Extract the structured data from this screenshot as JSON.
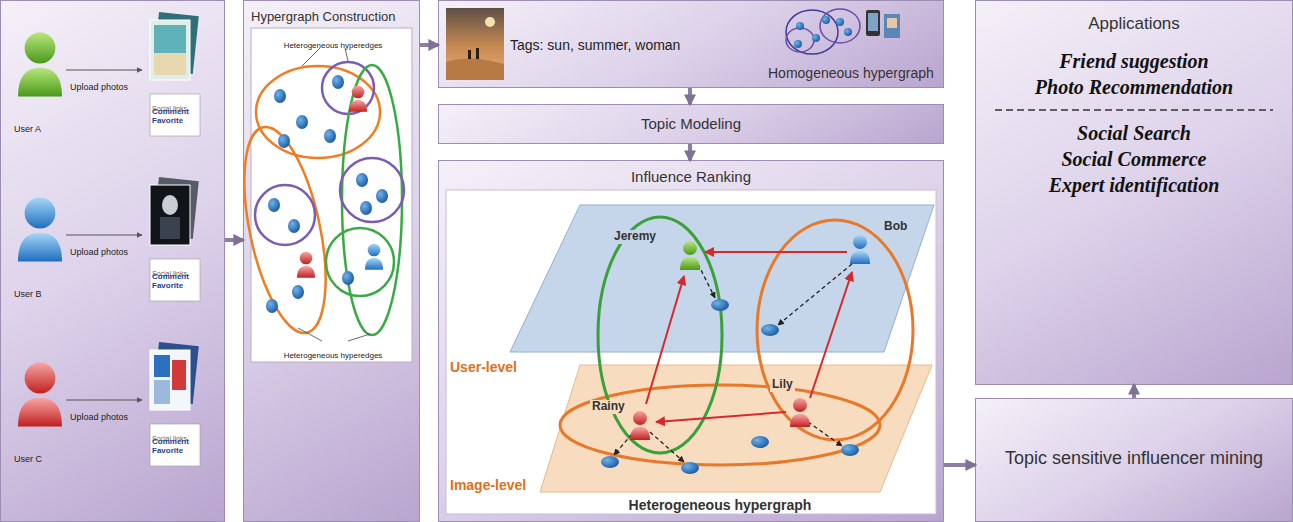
{
  "diagram": {
    "nodes": [
      {
        "text": [
          "User A",
          "Upload photos",
          "Social links",
          "Comment Favorite",
          "User B",
          "Upload photos",
          "Social links",
          "Comment Favorite",
          "User C",
          "Upload photos",
          "Social links",
          "Comment Favorite"
        ]
      },
      {
        "text": [
          "Hypergraph Construction",
          "Heterogeneous hyperedges",
          "Heterogeneous hyperedges"
        ]
      },
      {
        "text": [
          "Tags: sun, summer, woman",
          "Homogeneous hypergraph"
        ]
      },
      {
        "text": [
          "Topic Modeling"
        ]
      },
      {
        "text": [
          "Influence Ranking",
          "User-level",
          "Image-level",
          "Jeremy",
          "Bob",
          "Rainy",
          "Lily",
          "Heterogeneous hypergraph"
        ]
      },
      {
        "text": [
          "Applications",
          "Friend suggestion",
          "Photo Recommendation",
          "Social Search",
          "Social Commerce",
          "Expert identification"
        ]
      },
      {
        "text": [
          "Topic sensitive influencer mining"
        ]
      }
    ],
    "edges": [
      {
        "from": 0,
        "to": 1,
        "arrow": "to"
      },
      {
        "from": 1,
        "to": 2,
        "arrow": "to"
      },
      {
        "from": 2,
        "to": 3,
        "arrow": "to"
      },
      {
        "from": 3,
        "to": 4,
        "arrow": "to"
      },
      {
        "from": 4,
        "to": 6,
        "arrow": "to"
      },
      {
        "from": 6,
        "to": 5,
        "arrow": "to"
      }
    ]
  }
}
